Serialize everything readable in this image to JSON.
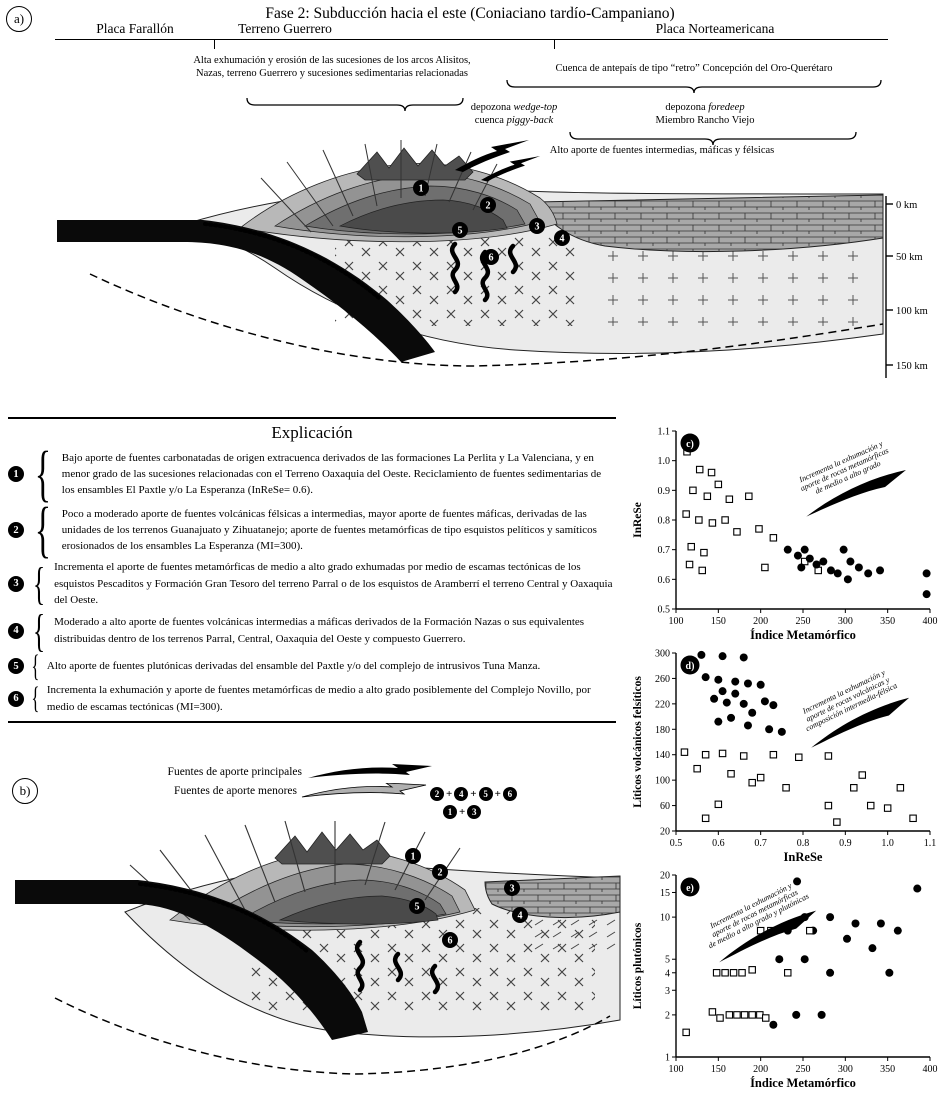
{
  "panel_a": {
    "label": "a)",
    "title": "Fase 2: Subducción hacia el este (Coniaciano tardío-Campaniano)",
    "plate_left": "Placa Farallón",
    "plate_center": "Terreno Guerrero",
    "plate_right": "Placa Norteamericana",
    "annotation_left": "Alta exhumación y erosión de las sucesiones de los arcos Alisitos, Nazas, terreno Guerrero y sucesiones sedimentarias relacionadas",
    "annotation_right": "Cuenca de antepaís de tipo “retro” Concepción del Oro-Querétaro",
    "wedge_top_line1_prefix": "depozona ",
    "wedge_top_line1_italic": "wedge-top",
    "wedge_top_line2_prefix": "cuenca ",
    "wedge_top_line2_italic": "piggy-back",
    "foredeep_line1_prefix": "depozona ",
    "foredeep_line1_italic": "foredeep",
    "foredeep_line2": "Miembro Rancho Viejo",
    "aporte_text": "Alto aporte de fuentes intermedias, máficas y félsicas",
    "depth_labels": [
      "0 km",
      "50 km",
      "100 km",
      "150 km"
    ]
  },
  "markers": [
    "1",
    "2",
    "3",
    "4",
    "5",
    "6"
  ],
  "explicacion": {
    "title": "Explicación",
    "items": [
      {
        "num": "1",
        "text": "Bajo aporte de fuentes carbonatadas de origen extracuenca derivados de las formaciones La Perlita y La Valenciana, y en menor grado de las sucesiones relacionadas con el Terreno Oaxaquia del Oeste. Reciclamiento de fuentes sedimentarias de los ensambles El Paxtle y/o La Esperanza (InReSe= 0.6)."
      },
      {
        "num": "2",
        "text": "Poco a moderado aporte de fuentes volcánicas félsicas a intermedias, mayor aporte de fuentes máficas, derivadas de las unidades de los terrenos Guanajuato y Zihuatanejo; aporte de fuentes metamórficas de tipo esquistos pelíticos y samíticos erosionados de los ensambles La Esperanza (MI=300)."
      },
      {
        "num": "3",
        "text": "Incrementa el aporte de fuentes metamórficas de medio a alto grado exhumadas por medio de escamas tectónicas de los esquistos Pescaditos y Formación Gran Tesoro del terreno Parral o de los esquistos de Aramberrí el terreno Central y Oaxaquia del Oeste."
      },
      {
        "num": "4",
        "text": "Moderado a alto aporte de fuentes volcánicas intermedias a máficas derivados de la Formación Nazas o sus equivalentes distribuidas dentro de los terrenos Parral, Central, Oaxaquia del Oeste y compuesto Guerrero."
      },
      {
        "num": "5",
        "text": "Alto aporte de fuentes plutónicas derivadas del ensamble del Paxtle y/o del complejo de intrusivos Tuna Manza."
      },
      {
        "num": "6",
        "text": "Incrementa la exhumación y aporte de fuentes metamórficas de medio a alto grado posiblemente del Complejo Novillo, por medio de escamas tectónicas (MI=300)."
      }
    ]
  },
  "panel_b": {
    "label": "b)",
    "legend_main": "Fuentes de aporte principales",
    "legend_minor": "Fuentes de aporte menores",
    "groups": [
      [
        "2",
        "4",
        "5",
        "6"
      ],
      [
        "1",
        "3"
      ]
    ]
  },
  "chart_data": [
    {
      "panel": "c)",
      "type": "scatter",
      "xlabel": "Índice Metamórfico",
      "ylabel": "InReSe",
      "xlim": [
        100,
        400
      ],
      "ylim": [
        0.5,
        1.1
      ],
      "ylog": false,
      "xticks": [
        "100",
        "150",
        "200",
        "250",
        "300",
        "350",
        "400"
      ],
      "yticks": [
        "0.5",
        "0.6",
        "0.7",
        "0.8",
        "0.9",
        "1.0",
        "1.1"
      ],
      "annotation": [
        "Incrementa la exhumación y",
        "aporte de rocas metamórficas",
        "de medio a alto grado"
      ],
      "ann_x": 212,
      "ann_y": 40,
      "ann_rot": -24,
      "series": [
        {
          "name": "open-squares",
          "marker": "square",
          "points": [
            [
              113,
              1.03
            ],
            [
              128,
              0.97
            ],
            [
              142,
              0.96
            ],
            [
              120,
              0.9
            ],
            [
              150,
              0.92
            ],
            [
              137,
              0.88
            ],
            [
              163,
              0.87
            ],
            [
              186,
              0.88
            ],
            [
              112,
              0.82
            ],
            [
              127,
              0.8
            ],
            [
              143,
              0.79
            ],
            [
              158,
              0.8
            ],
            [
              172,
              0.76
            ],
            [
              198,
              0.77
            ],
            [
              215,
              0.74
            ],
            [
              118,
              0.71
            ],
            [
              133,
              0.69
            ],
            [
              116,
              0.65
            ],
            [
              131,
              0.63
            ],
            [
              205,
              0.64
            ],
            [
              252,
              0.66
            ],
            [
              268,
              0.63
            ]
          ]
        },
        {
          "name": "filled-circles",
          "marker": "circle",
          "points": [
            [
              232,
              0.7
            ],
            [
              244,
              0.68
            ],
            [
              252,
              0.7
            ],
            [
              258,
              0.67
            ],
            [
              248,
              0.64
            ],
            [
              266,
              0.65
            ],
            [
              274,
              0.66
            ],
            [
              283,
              0.63
            ],
            [
              291,
              0.62
            ],
            [
              298,
              0.7
            ],
            [
              306,
              0.66
            ],
            [
              316,
              0.64
            ],
            [
              327,
              0.62
            ],
            [
              303,
              0.6
            ],
            [
              341,
              0.63
            ],
            [
              396,
              0.62
            ],
            [
              396,
              0.55
            ]
          ]
        }
      ]
    },
    {
      "panel": "d)",
      "type": "scatter",
      "xlabel": "InReSe",
      "ylabel": "Líticos volcánicos felsíticos",
      "xlim": [
        0.5,
        1.1
      ],
      "ylim": [
        20,
        300
      ],
      "ylog": false,
      "xticks": [
        "0.5",
        "0.6",
        "0.7",
        "0.8",
        "0.9",
        "1.0",
        "1.1"
      ],
      "yticks": [
        "20",
        "60",
        "100",
        "140",
        "180",
        "220",
        "260",
        "300"
      ],
      "annotation": [
        "Incrementa la exhumación y",
        "aporte de rocas volcánicas y",
        "composición intermedia-félsica"
      ],
      "ann_x": 215,
      "ann_y": 48,
      "ann_rot": -26,
      "series": [
        {
          "name": "filled-circles",
          "marker": "circle",
          "points": [
            [
              0.56,
              297
            ],
            [
              0.61,
              295
            ],
            [
              0.66,
              293
            ],
            [
              0.57,
              262
            ],
            [
              0.6,
              258
            ],
            [
              0.64,
              255
            ],
            [
              0.67,
              252
            ],
            [
              0.7,
              250
            ],
            [
              0.61,
              240
            ],
            [
              0.64,
              236
            ],
            [
              0.59,
              228
            ],
            [
              0.62,
              222
            ],
            [
              0.66,
              220
            ],
            [
              0.71,
              224
            ],
            [
              0.73,
              218
            ],
            [
              0.68,
              206
            ],
            [
              0.63,
              198
            ],
            [
              0.6,
              192
            ],
            [
              0.67,
              186
            ],
            [
              0.72,
              180
            ],
            [
              0.75,
              176
            ]
          ]
        },
        {
          "name": "open-squares",
          "marker": "square",
          "points": [
            [
              0.52,
              144
            ],
            [
              0.57,
              140
            ],
            [
              0.61,
              142
            ],
            [
              0.66,
              138
            ],
            [
              0.73,
              140
            ],
            [
              0.79,
              136
            ],
            [
              0.86,
              138
            ],
            [
              0.55,
              118
            ],
            [
              0.63,
              110
            ],
            [
              0.94,
              108
            ],
            [
              0.7,
              104
            ],
            [
              0.68,
              96
            ],
            [
              0.76,
              88
            ],
            [
              0.92,
              88
            ],
            [
              1.03,
              88
            ],
            [
              0.6,
              62
            ],
            [
              0.86,
              60
            ],
            [
              0.96,
              60
            ],
            [
              1.0,
              56
            ],
            [
              0.57,
              40
            ],
            [
              1.06,
              40
            ],
            [
              0.88,
              34
            ]
          ]
        }
      ]
    },
    {
      "panel": "e)",
      "type": "scatter",
      "xlabel": "Índice Metamórfico",
      "ylabel": "Líticos plutónicos",
      "xlim": [
        100,
        400
      ],
      "ylim": [
        1,
        20
      ],
      "ylog": true,
      "xticks": [
        "100",
        "150",
        "200",
        "250",
        "300",
        "350",
        "400"
      ],
      "yticks": [
        "1",
        "2",
        "3",
        "4",
        "5",
        "10",
        "15",
        "20"
      ],
      "annotation": [
        "Incrementa la exhumación y",
        "aporte de rocas metamórficas",
        "de medio a alto grado y plutónicas"
      ],
      "ann_x": 122,
      "ann_y": 40,
      "ann_rot": -27,
      "series": [
        {
          "name": "filled-circles",
          "marker": "circle",
          "points": [
            [
              243,
              18
            ],
            [
              385,
              16
            ],
            [
              252,
              10
            ],
            [
              282,
              10
            ],
            [
              312,
              9
            ],
            [
              342,
              9
            ],
            [
              232,
              8
            ],
            [
              262,
              8
            ],
            [
              362,
              8
            ],
            [
              302,
              7
            ],
            [
              332,
              6
            ],
            [
              222,
              5
            ],
            [
              252,
              5
            ],
            [
              282,
              4
            ],
            [
              352,
              4
            ],
            [
              242,
              2
            ],
            [
              272,
              2
            ],
            [
              215,
              1.7
            ]
          ]
        },
        {
          "name": "open-squares",
          "marker": "square",
          "points": [
            [
              112,
              1.5
            ],
            [
              148,
              4
            ],
            [
              158,
              4
            ],
            [
              168,
              4
            ],
            [
              178,
              4
            ],
            [
              190,
              4.2
            ],
            [
              232,
              4
            ],
            [
              200,
              8
            ],
            [
              212,
              8
            ],
            [
              258,
              8
            ],
            [
              163,
              2
            ],
            [
              172,
              2
            ],
            [
              181,
              2
            ],
            [
              190,
              2
            ],
            [
              199,
              2
            ],
            [
              152,
              1.9
            ],
            [
              206,
              1.9
            ],
            [
              143,
              2.1
            ]
          ]
        }
      ]
    }
  ]
}
